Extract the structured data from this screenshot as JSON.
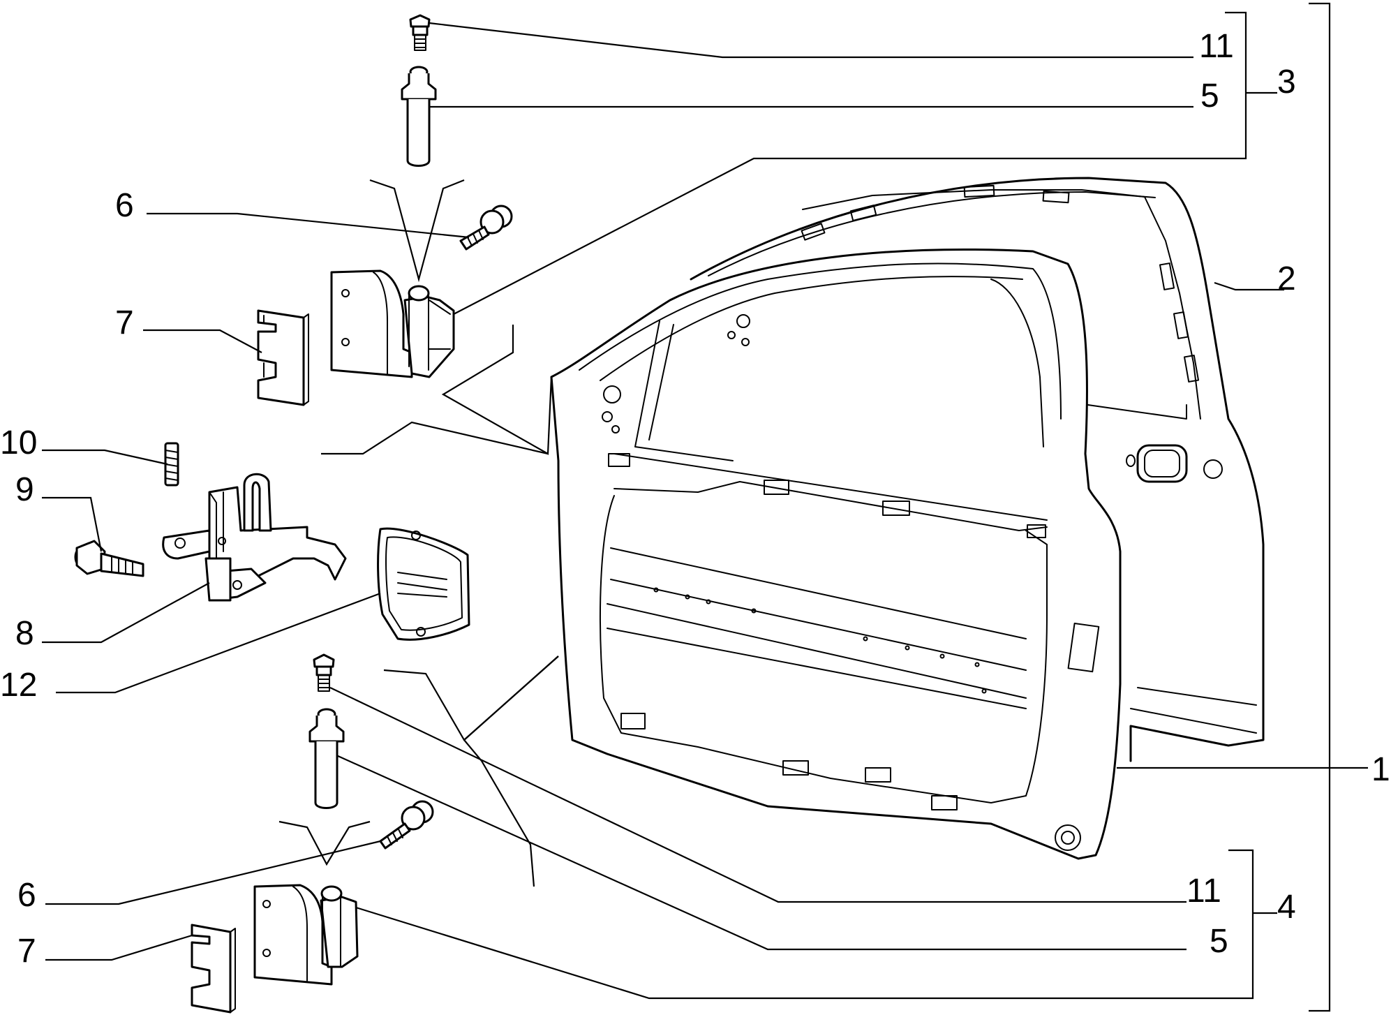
{
  "callouts": {
    "c1": "1",
    "c2": "2",
    "c3": "3",
    "c4": "4",
    "c5_top": "5",
    "c5_bottom": "5",
    "c6_top": "6",
    "c6_bottom": "6",
    "c7_top": "7",
    "c7_bottom": "7",
    "c8": "8",
    "c9": "9",
    "c10": "10",
    "c11_top": "11",
    "c11_bottom": "11",
    "c12": "12"
  }
}
